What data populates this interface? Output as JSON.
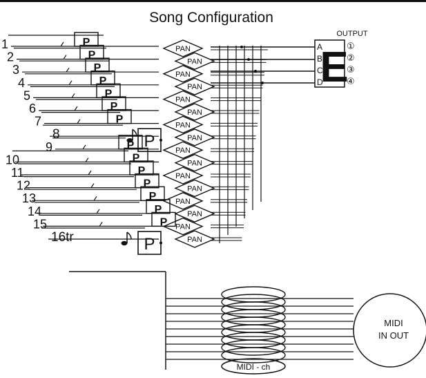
{
  "title": "Song Configuration",
  "track_labels": [
    "1",
    "2",
    "3",
    "4",
    "5",
    "6",
    "7",
    "8",
    "9",
    "10",
    "11",
    "12",
    "13",
    "14",
    "15",
    "16tr"
  ],
  "pattern_box_label": "P",
  "note_icon": "eighth-note-icon",
  "pan_label": "PAN",
  "effect_block": {
    "output_label": "OUTPUT",
    "letter": "E",
    "inputs": [
      "A",
      "B",
      "C",
      "D"
    ],
    "outputs": [
      "①",
      "②",
      "③",
      "④"
    ]
  },
  "midi_channel_label": "MIDI - ch",
  "midi_port": {
    "line1": "MIDI",
    "line2": "IN OUT"
  },
  "colors": {
    "ink": "#111111",
    "paper": "#ffffff"
  }
}
